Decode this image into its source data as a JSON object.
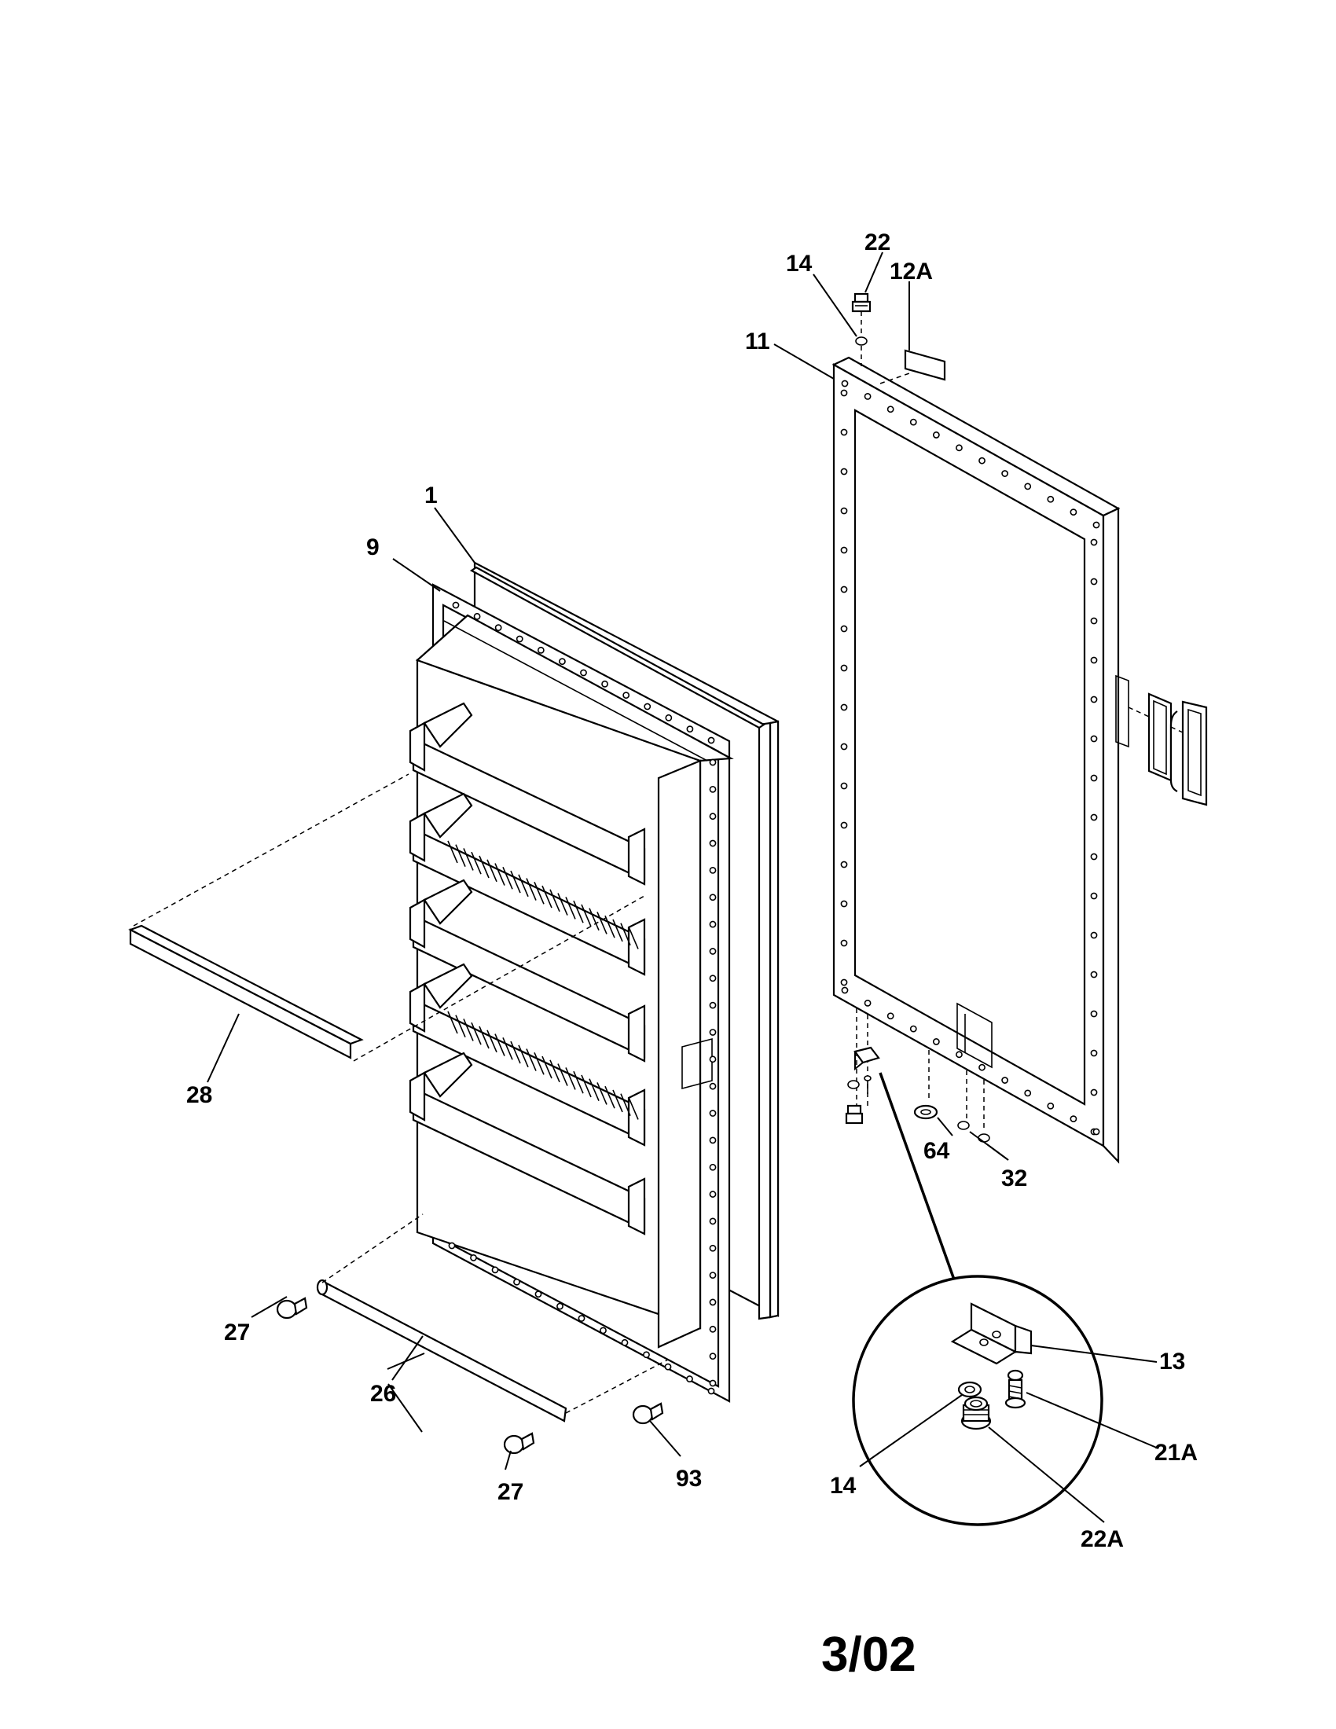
{
  "callouts": [
    "1",
    "9",
    "11",
    "12A",
    "13",
    "14",
    "14",
    "21A",
    "22",
    "22A",
    "26",
    "27",
    "27",
    "28",
    "32",
    "64",
    "93"
  ],
  "date_code": "3/02"
}
